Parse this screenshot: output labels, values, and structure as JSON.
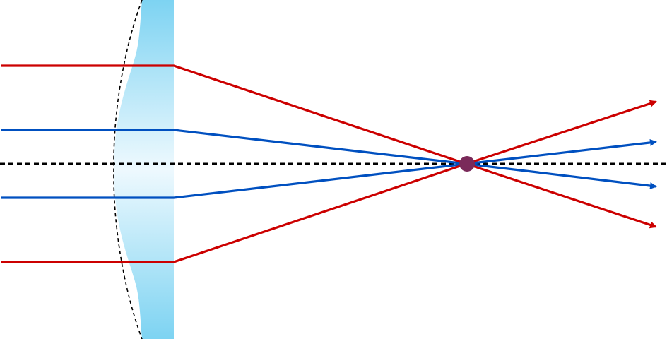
{
  "diagram": {
    "description_visible_text": "",
    "colors": {
      "lens_edge": "#7dd3f2",
      "lens_center": "#eef9fe",
      "marginal_ray": "#cc0000",
      "paraxial_ray": "#0050c0",
      "optical_axis": "#000000",
      "focal_point": "#7a2a5a",
      "spherical_reference": "#000000"
    },
    "elements": {
      "lens": "aspheric-lens",
      "reference_curve": "spherical-surface-reference",
      "axis": "optical-axis",
      "focus": "focal-point"
    },
    "rays": [
      {
        "kind": "marginal",
        "side": "upper",
        "color_key": "marginal_ray"
      },
      {
        "kind": "paraxial",
        "side": "upper",
        "color_key": "paraxial_ray"
      },
      {
        "kind": "paraxial",
        "side": "lower",
        "color_key": "paraxial_ray"
      },
      {
        "kind": "marginal",
        "side": "lower",
        "color_key": "marginal_ray"
      }
    ]
  }
}
